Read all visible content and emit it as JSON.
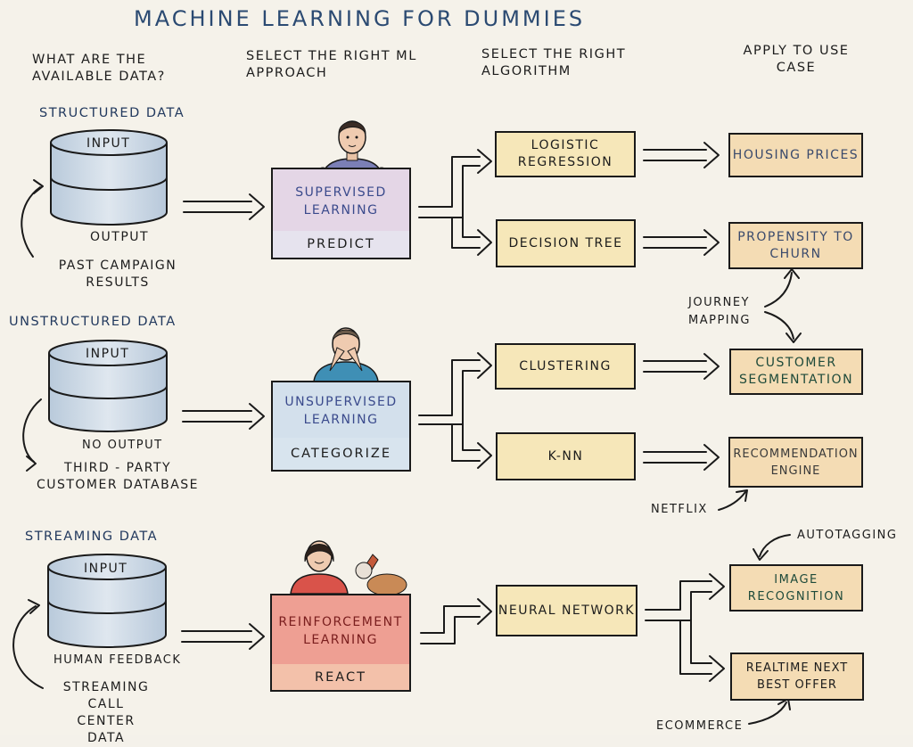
{
  "title": "MACHINE LEARNING FOR DUMMIES",
  "headers": {
    "data": "WHAT ARE THE AVAILABLE DATA?",
    "approach": "SELECT THE RIGHT ML APPROACH",
    "algorithm": "SELECT THE RIGHT ALGORITHM",
    "usecase": "APPLY TO USE CASE"
  },
  "rows": [
    {
      "section": "STRUCTURED DATA",
      "db_top": "INPUT",
      "db_bottom": "OUTPUT",
      "source": "PAST CAMPAIGN RESULTS",
      "approach": "SUPERVISED LEARNING",
      "action": "PREDICT",
      "algorithms": [
        "LOGISTIC REGRESSION",
        "DECISION TREE"
      ],
      "use_cases": [
        "HOUSING PRICES",
        "PROPENSITY TO CHURN"
      ]
    },
    {
      "section": "UNSTRUCTURED DATA",
      "db_top": "INPUT",
      "db_bottom": "NO OUTPUT",
      "source": "THIRD - PARTY CUSTOMER DATABASE",
      "approach": "UNSUPERVISED LEARNING",
      "action": "CATEGORIZE",
      "algorithms": [
        "CLUSTERING",
        "K-NN"
      ],
      "use_cases": [
        "CUSTOMER SEGMENTATION",
        "RECOMMENDATION ENGINE"
      ]
    },
    {
      "section": "STREAMING DATA",
      "db_top": "INPUT",
      "db_bottom": "HUMAN FEEDBACK",
      "source": "STREAMING CALL CENTER DATA",
      "approach": "REINFORCEMENT LEARNING",
      "action": "REACT",
      "algorithms": [
        "NEURAL NETWORK"
      ],
      "use_cases": [
        "IMAGE RECOGNITION",
        "REALTIME NEXT BEST OFFER"
      ]
    }
  ],
  "annotations": {
    "journey": "JOURNEY MAPPING",
    "netflix": "NETFLIX",
    "autotagging": "AUTOTAGGING",
    "ecommerce": "ECOMMERCE"
  },
  "colors": {
    "title": "#2b4a72",
    "supervised": "#e4d6e6",
    "unsupervised": "#d3e0ec",
    "reinforcement": "#f2b8ab",
    "algorithm_fill": "#f6e7b9",
    "usecase_fill": "#f4dcb4",
    "database": "#cfdbe6"
  }
}
